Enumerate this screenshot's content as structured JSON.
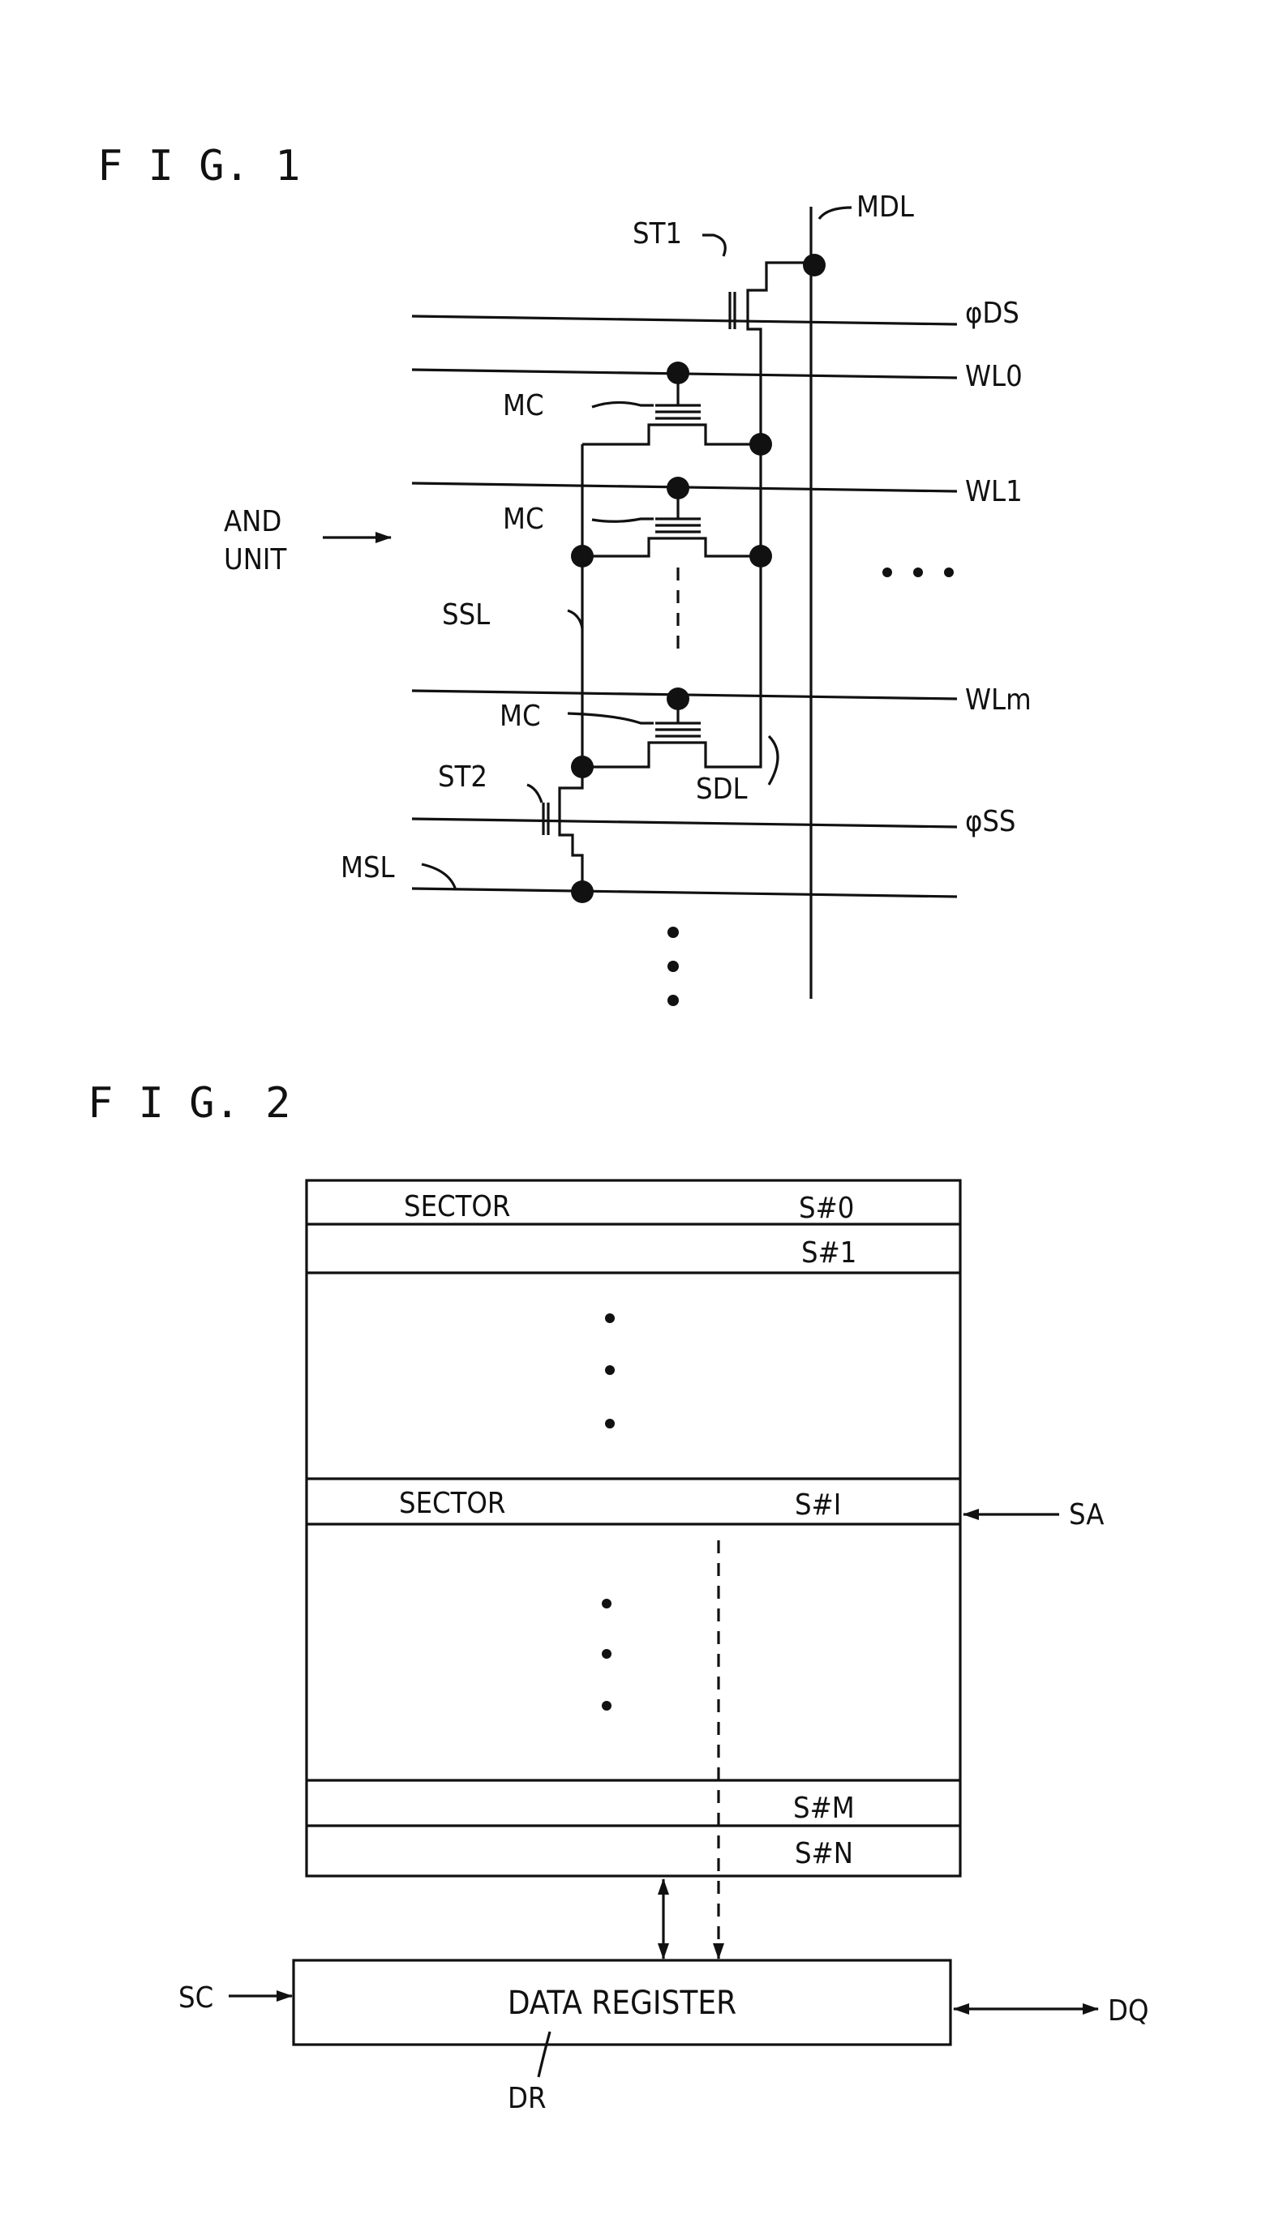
{
  "figure_titles": {
    "fig1": "F I G. 1",
    "fig2": "F I G. 2"
  },
  "fig1": {
    "labels": {
      "mdl": "MDL",
      "st1": "ST1",
      "phi_ds": "φDS",
      "wl0": "WL0",
      "mc_0": "MC",
      "wl1": "WL1",
      "and_unit_line1": "AND",
      "and_unit_line2": "UNIT",
      "mc_1": "MC",
      "ssl": "SSL",
      "wlm": "WLm",
      "mc_m": "MC",
      "sdl": "SDL",
      "st2": "ST2",
      "phi_ss": "φSS",
      "msl": "MSL"
    }
  },
  "fig2": {
    "sectors": {
      "s0": {
        "name": "SECTOR",
        "id": "S#0"
      },
      "s1": {
        "id": "S#1"
      },
      "si": {
        "name": "SECTOR",
        "id": "S#I"
      },
      "sm": {
        "id": "S#M"
      },
      "sn": {
        "id": "S#N"
      }
    },
    "labels": {
      "sa": "SA",
      "sc": "SC",
      "dq": "DQ",
      "dr": "DR",
      "data_register": "DATA REGISTER"
    }
  }
}
